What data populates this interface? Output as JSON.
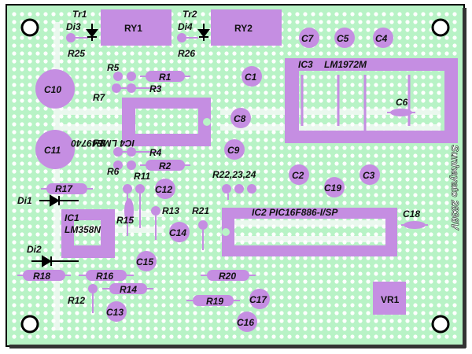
{
  "colors": {
    "board": "#b8f3c6",
    "outline": "#000000",
    "hole": "#ffffff",
    "part": "#c58ee2",
    "text": "#111111"
  },
  "board_text": {
    "brand": "Sunhayato 2836V"
  },
  "labels": {
    "tr1": "Tr1",
    "tr2": "Tr2",
    "di3": "Di3",
    "di4": "Di4",
    "ry1": "RY1",
    "ry2": "RY2",
    "r25": "R25",
    "r26": "R26",
    "c7": "C7",
    "c5": "C5",
    "c4": "C4",
    "r5": "R5",
    "r1": "R1",
    "r3": "R3",
    "r7": "R7",
    "c10": "C10",
    "c1": "C1",
    "ic3": "IC3",
    "lm1972m": "LM1972M",
    "c6": "C6",
    "ic4": "IC4  LME49740",
    "c8": "C8",
    "c9": "C9",
    "c11": "C11",
    "r8": "R8",
    "r4": "R4",
    "r2": "R2",
    "r6": "R6",
    "r22": "R22,23,24",
    "c2": "C2",
    "c3": "C3",
    "c19": "C19",
    "r11": "R11",
    "c12": "C12",
    "di1": "Di1",
    "r17": "R17",
    "ic1": "IC1",
    "lm358n": "LM358N",
    "r15": "R15",
    "r13": "R13",
    "r21": "R21",
    "c14": "C14",
    "ic2": "IC2  PIC16F886-I/SP",
    "c18": "C18",
    "di2": "Di2",
    "c15": "C15",
    "r18": "R18",
    "r16": "R16",
    "r20": "R20",
    "r14": "R14",
    "r12": "R12",
    "c13": "C13",
    "r19": "R19",
    "c17": "C17",
    "c16": "C16",
    "vr1": "VR1"
  }
}
